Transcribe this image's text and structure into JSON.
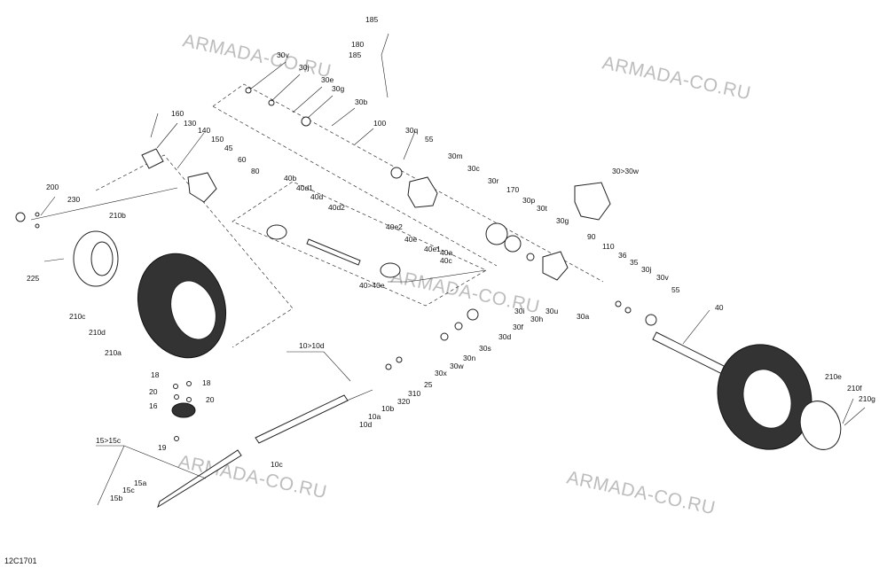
{
  "diagram": {
    "code": "12C1701",
    "watermark": "ARMADA-CO.RU",
    "labels": [
      "185",
      "180",
      "185",
      "30v",
      "30j",
      "30e",
      "30g",
      "30b",
      "100",
      "30q",
      "55",
      "30m",
      "30c",
      "30r",
      "170",
      "30p",
      "30t",
      "30g",
      "30>30w",
      "160",
      "130",
      "140",
      "150",
      "45",
      "60",
      "80",
      "40b",
      "40d1",
      "40d",
      "40d2",
      "40e2",
      "40e",
      "40e1",
      "40a",
      "40c",
      "40>40e",
      "200",
      "230",
      "210b",
      "225",
      "210c",
      "210d",
      "210a",
      "90",
      "110",
      "36",
      "35",
      "30j",
      "30v",
      "55",
      "30h",
      "30u",
      "30a",
      "30i",
      "30f",
      "30d",
      "30s",
      "30n",
      "30x",
      "30w",
      "25",
      "310",
      "320",
      "40",
      "210e",
      "210f",
      "210g",
      "10>10d",
      "10b",
      "10a",
      "10d",
      "10c",
      "18",
      "18",
      "20",
      "20",
      "16",
      "19",
      "15>15c",
      "15c",
      "15a",
      "15b"
    ]
  }
}
